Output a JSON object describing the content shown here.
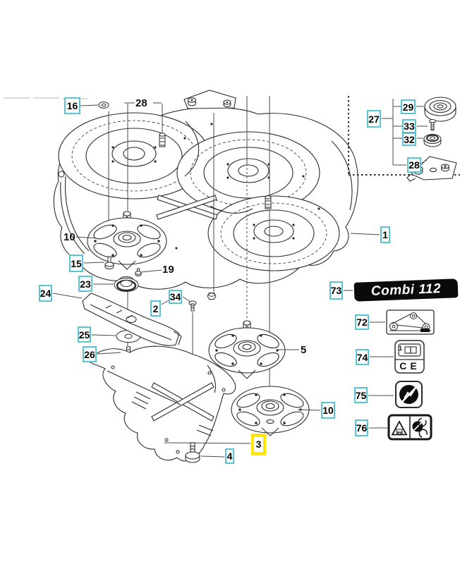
{
  "diagram": {
    "badge_label": "Combi 112",
    "highlighted_part": "3",
    "callouts": {
      "c1": "1",
      "c2": "2",
      "c3": "3",
      "c4": "4",
      "c5": "5",
      "c10_left": "10",
      "c10_bottom": "10",
      "c15": "15",
      "c16": "16",
      "c19": "19",
      "c23": "23",
      "c24": "24",
      "c25": "25",
      "c26": "26",
      "c27": "27",
      "c28_top": "28",
      "c28_inset": "28",
      "c29": "29",
      "c32": "32",
      "c33": "33",
      "c34": "34",
      "c72": "72",
      "c73": "73",
      "c74": "74",
      "c75": "75",
      "c76": "76"
    },
    "decals": {
      "manual_number": "1",
      "ce_mark": "CE"
    },
    "colors": {
      "callout_border": "#58c5d6",
      "highlight": "#ffe600",
      "badge_bg": "#0a0a0a",
      "badge_text": "#ffffff",
      "line_art": "#2b2b2b"
    },
    "icons": [
      "belt-routing-decal-icon",
      "operator-manual-icon",
      "ce-mark",
      "no-hands-warning-icon",
      "warning-triangle-icon",
      "thrown-objects-icon"
    ]
  }
}
